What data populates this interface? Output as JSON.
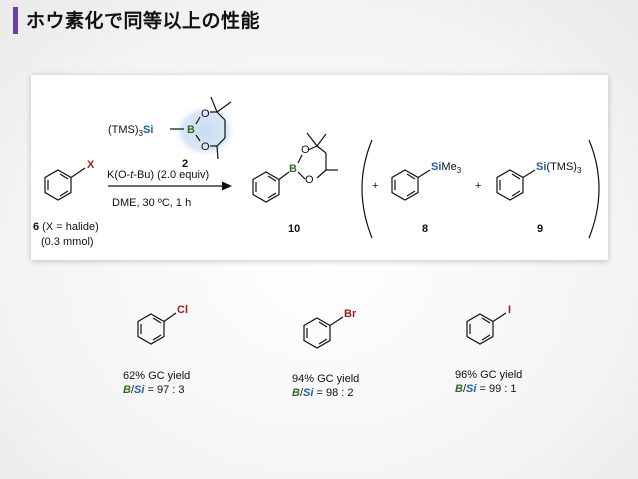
{
  "title": "ホウ素化で同等以上の性能",
  "colors": {
    "accent": "#6a3fa8",
    "boron": "#2e6e1e",
    "silicon": "#1f5fa8",
    "halide": "#a01c10"
  },
  "reaction": {
    "reagent": {
      "prefix": "(TMS)",
      "sub": "3",
      "si": "Si",
      "boron": "B",
      "o1": "O",
      "o2": "O",
      "number": "2"
    },
    "condition1_a": "K(O-",
    "condition1_t": "t",
    "condition1_b": "-Bu) (2.0 equiv)",
    "condition2": "DME, 30 ºC, 1 h",
    "substrate_x": "X",
    "substrate_num": "6",
    "substrate_desc": " (X = halide)",
    "substrate_amount": "(0.3 mmol)",
    "product": {
      "boron": "B",
      "o1": "O",
      "o2": "O",
      "number": "10"
    },
    "plus1": "+",
    "plus2": "+",
    "byproduct8": {
      "si": "Si",
      "rest": "Me",
      "sub": "3",
      "number": "8"
    },
    "byproduct9": {
      "si": "Si",
      "rest": "(TMS)",
      "sub": "3",
      "number": "9"
    }
  },
  "results": [
    {
      "halogen": "Cl",
      "yield": "62% GC yield",
      "b": "B",
      "slash": "/",
      "si": "Si",
      "ratio": " = 97 : 3"
    },
    {
      "halogen": "Br",
      "yield": "94% GC yield",
      "b": "B",
      "slash": "/",
      "si": "Si",
      "ratio": " = 98 : 2"
    },
    {
      "halogen": "I",
      "yield": "96% GC yield",
      "b": "B",
      "slash": "/",
      "si": "Si",
      "ratio": " = 99 : 1"
    }
  ]
}
